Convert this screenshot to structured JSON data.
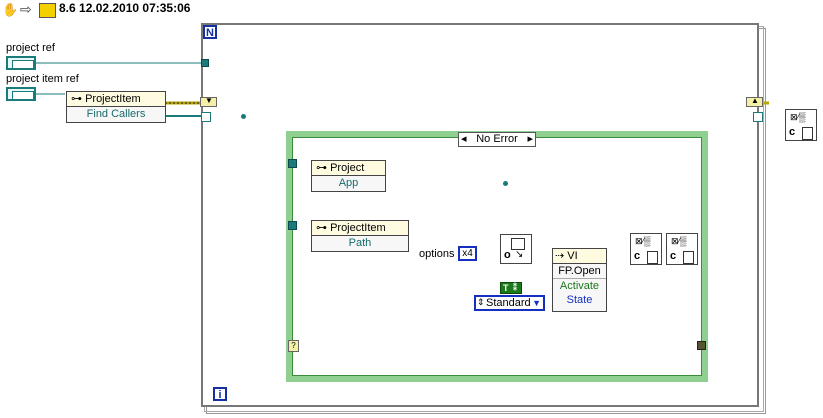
{
  "toolbar": {
    "title": "8.6 12.02.2010 07:35:06"
  },
  "controls": {
    "project_ref": "project ref",
    "project_item_ref": "project item ref"
  },
  "nodes": {
    "project_item_outer": {
      "class_name": "ProjectItem",
      "method": "Find Callers"
    },
    "project_prop": {
      "class_name": "Project",
      "property": "App"
    },
    "project_item_inner": {
      "class_name": "ProjectItem",
      "property": "Path"
    },
    "vi_invoke": {
      "class_name": "VI",
      "method": "FP.Open",
      "params": [
        "Activate",
        "State"
      ]
    }
  },
  "loop": {
    "count_terminal": "N",
    "iteration_terminal": "i"
  },
  "case_structure": {
    "selector_value": "No Error"
  },
  "options_label": "options",
  "options_value": "x4",
  "bool_constant": "T",
  "state_enum": "Standard",
  "colors": {
    "refnum": "#1b7a7a",
    "error_cluster": "#b8a400",
    "case_frame": "#8fcf8f",
    "loop_icon": "#1530a0"
  }
}
